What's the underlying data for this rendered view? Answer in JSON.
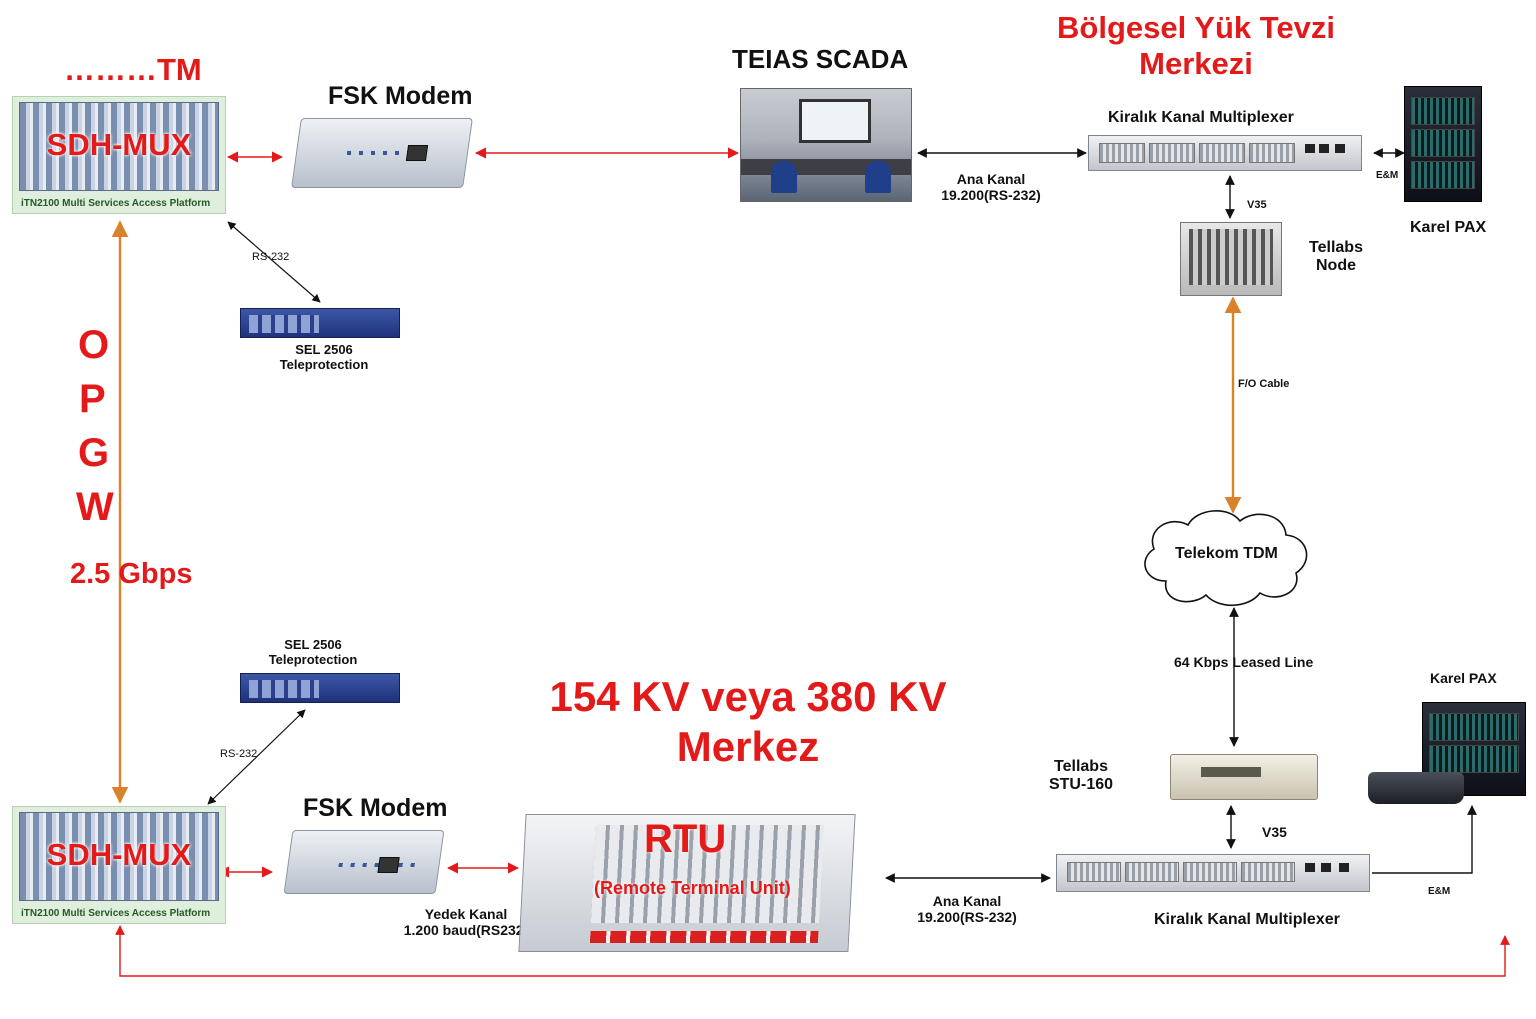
{
  "labels": {
    "tm": "………TM",
    "opgw_letters": [
      "O",
      "P",
      "G",
      "W"
    ],
    "opgw_speed": "2.5 Gbps",
    "sdh_mux": "SDH-MUX",
    "itn_platform": "iTN2100 Multi Services Access Platform",
    "fsk_modem": "FSK Modem",
    "rs232": "RS-232",
    "sel_line1": "SEL 2506",
    "sel_line2": "Teleprotection",
    "teias_scada": "TEIAS SCADA",
    "regional_line1": "Bölgesel Yük Tevzi",
    "regional_line2": "Merkezi",
    "leased_mux": "Kiralık Kanal Multiplexer",
    "ana_kanal": "Ana Kanal",
    "ana_kanal_rate": "19.200(RS-232)",
    "v35": "V35",
    "em": "E&M",
    "karel_pax": "Karel PAX",
    "tellabs_node_line1": "Tellabs",
    "tellabs_node_line2": "Node",
    "fo_cable": "F/O Cable",
    "telekom_tdm": "Telekom TDM",
    "leased_line": "64 Kbps Leased Line",
    "tellabs_stu_line1": "Tellabs",
    "tellabs_stu_line2": "STU-160",
    "center_line1": "154 KV veya 380 KV",
    "center_line2": "Merkez",
    "rtu": "RTU",
    "rtu_expanded": "(Remote Terminal Unit)",
    "yedek_kanal": "Yedek Kanal",
    "yedek_rate": "1.200 baud(RS232)"
  },
  "colors": {
    "red": "#e41a1a",
    "orange_link": "#d9822b",
    "black_link": "#111111"
  }
}
